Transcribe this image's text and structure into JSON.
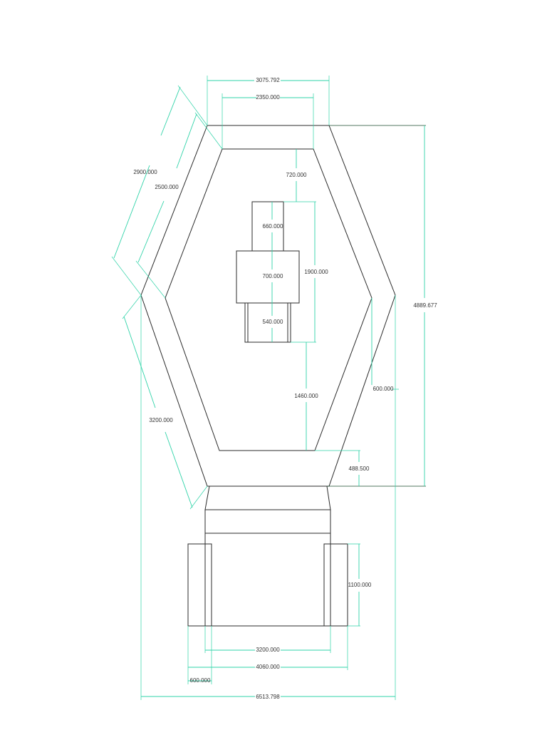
{
  "dimensions": {
    "top_outer_width": "3075.792",
    "top_inner_width": "2350.000",
    "left_outer_side": "2900.000",
    "left_inner_side": "2500.000",
    "top_gap": "720.000",
    "upper_block_height": "660.000",
    "middle_block_height": "700.000",
    "lower_block_height": "540.000",
    "column_total_height": "1900.000",
    "lower_left_side": "3200.000",
    "overall_height": "4889.677",
    "bottom_gap": "1460.000",
    "ring_thickness": "600.000",
    "bottom_band": "488.500",
    "side_block_height": "1100.000",
    "inner_base_width": "3200.000",
    "base_width": "4060.000",
    "side_block_width": "600.000",
    "overall_width": "6513.798"
  }
}
